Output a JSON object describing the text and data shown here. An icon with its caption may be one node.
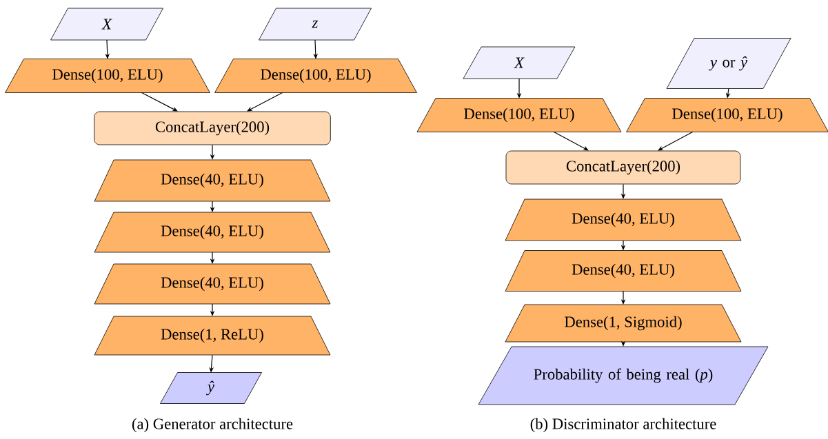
{
  "diagram": {
    "nodes": [
      {
        "text": [
          "X"
        ]
      },
      {
        "text": [
          "z"
        ]
      },
      {
        "text": [
          "Dense(100, ELU)"
        ]
      },
      {
        "text": [
          "Dense(100, ELU)"
        ]
      },
      {
        "text": [
          "ConcatLayer(200)"
        ]
      },
      {
        "text": [
          "Dense(40, ELU)"
        ]
      },
      {
        "text": [
          "Dense(40, ELU)"
        ]
      },
      {
        "text": [
          "Dense(40, ELU)"
        ]
      },
      {
        "text": [
          "Dense(1, ReLU)"
        ]
      },
      {
        "text": [
          "ŷ"
        ]
      },
      {
        "text": [
          "X"
        ]
      },
      {
        "text": [
          "*y* or *ŷ*"
        ]
      },
      {
        "text": [
          "Dense(100, ELU)"
        ]
      },
      {
        "text": [
          "Dense(100, ELU)"
        ]
      },
      {
        "text": [
          "ConcatLayer(200)"
        ]
      },
      {
        "text": [
          "Dense(40, ELU)"
        ]
      },
      {
        "text": [
          "Dense(40, ELU)"
        ]
      },
      {
        "text": [
          "Dense(1, Sigmoid)"
        ]
      },
      {
        "text": [
          "Probability of being real (*p*)"
        ]
      }
    ],
    "edges": [
      {
        "from": 0,
        "to": 2,
        "arrow": "to"
      },
      {
        "from": 1,
        "to": 3,
        "arrow": "to"
      },
      {
        "from": 2,
        "to": 4,
        "arrow": "to"
      },
      {
        "from": 3,
        "to": 4,
        "arrow": "to"
      },
      {
        "from": 4,
        "to": 5,
        "arrow": "to"
      },
      {
        "from": 5,
        "to": 6,
        "arrow": "to"
      },
      {
        "from": 6,
        "to": 7,
        "arrow": "to"
      },
      {
        "from": 7,
        "to": 8,
        "arrow": "to"
      },
      {
        "from": 8,
        "to": 9,
        "arrow": "to"
      },
      {
        "from": 10,
        "to": 12,
        "arrow": "to"
      },
      {
        "from": 11,
        "to": 13,
        "arrow": "to"
      },
      {
        "from": 12,
        "to": 14,
        "arrow": "to"
      },
      {
        "from": 13,
        "to": 14,
        "arrow": "to"
      },
      {
        "from": 14,
        "to": 15,
        "arrow": "to"
      },
      {
        "from": 15,
        "to": 16,
        "arrow": "to"
      },
      {
        "from": 16,
        "to": 17,
        "arrow": "to"
      },
      {
        "from": 17,
        "to": 18,
        "arrow": "to"
      }
    ],
    "labels": [
      "(a) Generator architecture",
      "(b) Discriminator architecture"
    ]
  }
}
